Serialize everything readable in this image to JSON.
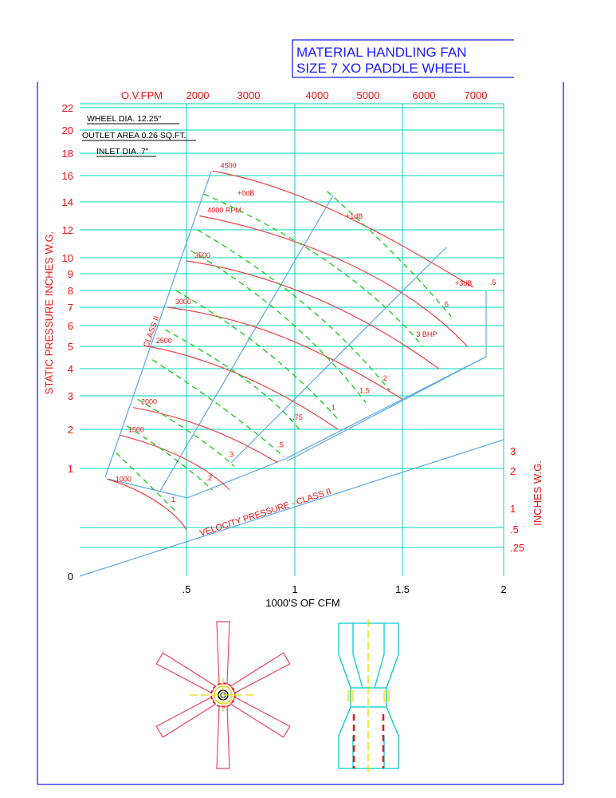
{
  "title": {
    "line1": "MATERIAL HANDLING FAN",
    "line2": "SIZE 7 XO  PADDLE WHEEL"
  },
  "specs": [
    "WHEEL DIA. 12.25\"",
    "OUTLET AREA 0.26 SQ.FT.",
    "INLET DIA. 7\""
  ],
  "colors": {
    "grid": "#00d8b8",
    "frame": "#1a1aff",
    "text_red": "#ee1111",
    "rpm_curve": "#ee4444",
    "bhp_curve": "#22cc22",
    "class_line": "#5aa9e6",
    "drawing_yellow": "#dddd00"
  },
  "chart_data": {
    "type": "line",
    "x_axis": {
      "label": "1000'S OF CFM",
      "range": [
        0,
        2
      ],
      "ticks": [
        0.5,
        1,
        1.5,
        2
      ],
      "tick_labels": [
        ".5",
        "1",
        "1.5",
        "2"
      ]
    },
    "top_axis": {
      "label": "O.V.FPM",
      "ticks": [
        2000,
        3000,
        4000,
        5000,
        6000,
        7000
      ],
      "tick_labels": [
        "2000",
        "3000",
        "4000",
        "5000",
        "6000",
        "7000"
      ]
    },
    "y_axis": {
      "label": "STATIC PRESSURE INCHES W.G.",
      "scale": "nonlinear",
      "ticks": [
        0,
        1,
        2,
        3,
        4,
        5,
        6,
        7,
        8,
        9,
        10,
        12,
        14,
        16,
        18,
        20,
        22
      ],
      "tick_labels": [
        "0",
        "1",
        "2",
        "3",
        "4",
        "5",
        "6",
        "7",
        "8",
        "9",
        "10",
        "12",
        "14",
        "16",
        "18",
        "20",
        "22"
      ]
    },
    "right_axis": {
      "label": "INCHES W.G.",
      "ticks": [
        0.25,
        0.5,
        1,
        2,
        3
      ],
      "tick_labels": [
        ".25",
        ".5",
        "1",
        "2",
        "3"
      ]
    },
    "rpm_curves": [
      {
        "name": "1000",
        "points": [
          [
            0.13,
            0.9
          ],
          [
            0.3,
            0.8
          ],
          [
            0.45,
            0.6
          ],
          [
            0.5,
            0.43
          ]
        ]
      },
      {
        "name": "1500",
        "points": [
          [
            0.19,
            1.85
          ],
          [
            0.4,
            1.55
          ],
          [
            0.58,
            1.1
          ],
          [
            0.7,
            0.8
          ]
        ]
      },
      {
        "name": "2000",
        "points": [
          [
            0.25,
            2.65
          ],
          [
            0.55,
            2.3
          ],
          [
            0.75,
            1.7
          ],
          [
            0.92,
            1.15
          ]
        ]
      },
      {
        "name": "2500",
        "points": [
          [
            0.32,
            5
          ],
          [
            0.6,
            4.5
          ],
          [
            0.9,
            3.4
          ],
          [
            1.2,
            2
          ]
        ]
      },
      {
        "name": "3000",
        "points": [
          [
            0.41,
            7
          ],
          [
            0.8,
            6.4
          ],
          [
            1.1,
            5
          ],
          [
            1.5,
            2.9
          ]
        ]
      },
      {
        "name": "3500",
        "points": [
          [
            0.5,
            9.8
          ],
          [
            0.9,
            9
          ],
          [
            1.3,
            6.8
          ],
          [
            1.68,
            4
          ]
        ]
      },
      {
        "name": "4000 RPM",
        "points": [
          [
            0.56,
            13
          ],
          [
            1.0,
            11.7
          ],
          [
            1.5,
            8.8
          ],
          [
            1.82,
            5
          ]
        ]
      },
      {
        "name": "4500",
        "points": [
          [
            0.62,
            16.4
          ],
          [
            1.1,
            15
          ],
          [
            1.6,
            10
          ],
          [
            1.85,
            8.2
          ]
        ]
      }
    ],
    "bhp_curves": [
      {
        "name": ".1",
        "points": [
          [
            0.17,
            1.4
          ],
          [
            0.3,
            0.9
          ],
          [
            0.45,
            0.6
          ]
        ]
      },
      {
        "name": ".2",
        "points": [
          [
            0.22,
            2.1
          ],
          [
            0.45,
            1.3
          ],
          [
            0.62,
            0.8
          ]
        ]
      },
      {
        "name": ".3",
        "points": [
          [
            0.27,
            2.9
          ],
          [
            0.6,
            1.7
          ],
          [
            0.72,
            1.05
          ]
        ]
      },
      {
        "name": ".5",
        "points": [
          [
            0.34,
            4.4
          ],
          [
            0.7,
            2.6
          ],
          [
            0.95,
            1.3
          ]
        ]
      },
      {
        "name": ".75",
        "points": [
          [
            0.4,
            5.8
          ],
          [
            0.85,
            3.5
          ],
          [
            1.02,
            2.0
          ]
        ]
      },
      {
        "name": "1",
        "points": [
          [
            0.45,
            8
          ],
          [
            0.9,
            5
          ],
          [
            1.2,
            2.3
          ]
        ]
      },
      {
        "name": "1.5",
        "points": [
          [
            0.52,
            10.5
          ],
          [
            1.0,
            6.8
          ],
          [
            1.33,
            2.8
          ]
        ]
      },
      {
        "name": "2",
        "points": [
          [
            0.55,
            12
          ],
          [
            1.1,
            7.5
          ],
          [
            1.44,
            3.2
          ]
        ]
      },
      {
        "name": "3 BHP",
        "points": [
          [
            0.58,
            14.6
          ],
          [
            1.25,
            10
          ],
          [
            1.6,
            5
          ]
        ]
      },
      {
        "name": "5",
        "points": [
          [
            1.15,
            14.8
          ],
          [
            1.5,
            10
          ],
          [
            1.74,
            6.5
          ]
        ]
      }
    ],
    "noise_labels": [
      "+0dB",
      "+1dB",
      "+3dB"
    ],
    "annotations": [
      "CLASS II",
      "VELOCITY PRESSURE - CLASS II",
      ".5"
    ]
  }
}
